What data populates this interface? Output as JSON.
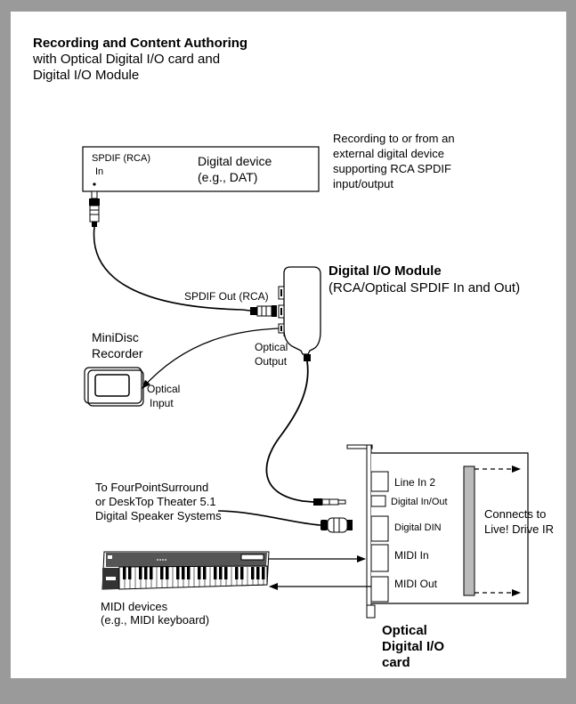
{
  "title": {
    "bold": "Recording and Content Authoring",
    "line2": "with Optical Digital I/O card and",
    "line3": "Digital I/O Module"
  },
  "digital_device": {
    "spdif_label": "SPDIF (RCA)",
    "in_label": "In",
    "name_line1": "Digital device",
    "name_line2": "(e.g., DAT)"
  },
  "note": {
    "line1": "Recording to or from an",
    "line2": "external digital device",
    "line3": "supporting RCA SPDIF",
    "line4": "input/output"
  },
  "module": {
    "name": "Digital I/O Module",
    "desc": "(RCA/Optical SPDIF In and Out)",
    "spdif_out": "SPDIF Out (RCA)",
    "optical_out_1": "Optical",
    "optical_out_2": "Output"
  },
  "minidisc": {
    "line1": "MiniDisc",
    "line2": "Recorder",
    "input_1": "Optical",
    "input_2": "Input"
  },
  "speakers": {
    "line1": "To FourPointSurround",
    "line2": "or DeskTop Theater 5.1",
    "line3": "Digital Speaker Systems"
  },
  "card": {
    "line_in_2": "Line In 2",
    "digital_in_out": "Digital In/Out",
    "digital_din": "Digital DIN",
    "midi_in": "MIDI In",
    "midi_out": "MIDI Out",
    "title1": "Optical",
    "title2": "Digital I/O",
    "title3": "card"
  },
  "connects": {
    "line1": "Connects to",
    "line2": "Live! Drive IR"
  },
  "midi_devices": {
    "line1": "MIDI devices",
    "line2": "(e.g., MIDI keyboard)"
  }
}
